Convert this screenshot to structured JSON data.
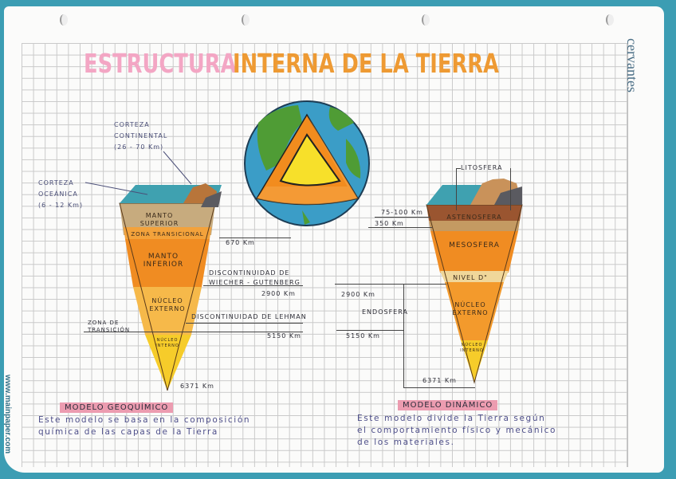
{
  "title": {
    "part1": "ESTRUCTURA",
    "part2": "INTERNA DE LA TIERRA",
    "colors": {
      "part1": "#f3a6c4",
      "part2": "#ee9a33"
    }
  },
  "branding": {
    "brand": "cervantes",
    "website": "www.mainpaper.com"
  },
  "left_diagram": {
    "labels": {
      "corteza_continental": [
        "CORTEZA",
        "CONTINENTAL",
        "(26 - 70 Km)"
      ],
      "corteza_oceanica": [
        "CORTEZA",
        "OCEÁNICA",
        "(6 - 12 Km)"
      ]
    },
    "layers": [
      {
        "name": "MANTO SUPERIOR",
        "color": "#c7ab7e"
      },
      {
        "name": "ZONA TRANSICIONAL",
        "color": "#f3a23b"
      },
      {
        "name": "MANTO INFERIOR",
        "color": "#f08c22"
      },
      {
        "name": "NÚCLEO EXTERNO",
        "color": "#f6b94a"
      },
      {
        "name": "NÚCLEO INTERNO",
        "color": "#f6cc2a"
      }
    ],
    "boundaries": {
      "d670": "670 Km",
      "gutenberg": [
        "DISCONTINUIDAD DE",
        "WIECHER - GUTENBERG"
      ],
      "d2900": "2900 Km",
      "lehman": "DISCONTINUIDAD DE LEHMAN",
      "zona_transicion": [
        "ZONA DE",
        "TRANSICIÓN"
      ],
      "d5150": "5150 Km",
      "d6371": "6371 Km"
    }
  },
  "right_diagram": {
    "labels": {
      "litosfera": "LITOSFERA",
      "d75_100": "75-100 Km",
      "d350": "350 Km",
      "endosfera": "ENDOSFERA",
      "d2900": "2900 Km",
      "d5150": "5150 Km",
      "d6371": "6371 Km"
    },
    "layers": [
      {
        "name": "ASTENOSFERA",
        "color": "#c49a62"
      },
      {
        "name": "MESOSFERA",
        "color": "#f08c22"
      },
      {
        "name": "NIVEL D\"",
        "color": "#f0d79a"
      },
      {
        "name": "NÚCLEO EXTERNO",
        "color": "#f39a2c"
      },
      {
        "name": "NÚCLEO INTERNO",
        "color": "#f6cc2a"
      }
    ]
  },
  "models": {
    "geochemical": {
      "title": "MODELO GEOQUÍMICO",
      "text": [
        "Este modelo se basa en la composición",
        "química de las capas de la Tierra"
      ]
    },
    "dynamic": {
      "title": "MODELO DINÁMICO",
      "text": [
        "Este modelo divide la Tierra según",
        "el comportamiento físico y mecánico",
        "de los materiales."
      ]
    }
  }
}
